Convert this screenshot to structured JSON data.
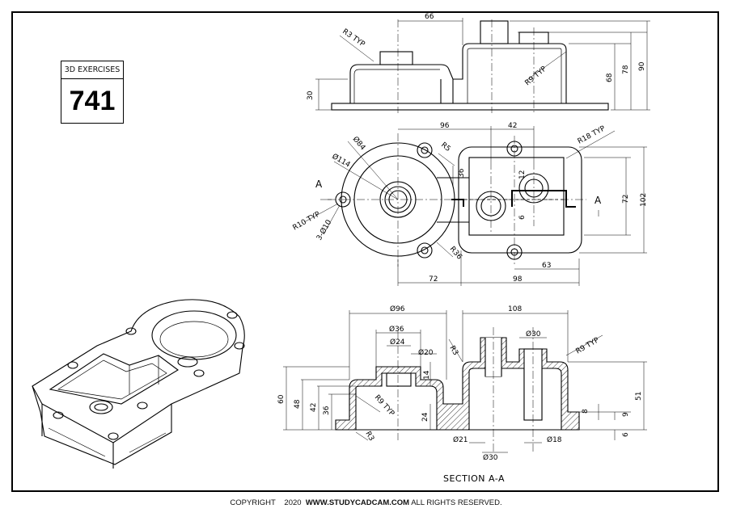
{
  "title_block": {
    "label": "3D EXERCISES",
    "number": "741"
  },
  "footer": {
    "copyright": "COPYRIGHT",
    "year": "2020",
    "site": "WWW.STUDYCADCAM.COM",
    "rights": "ALL RIGHTS RESERVED."
  },
  "front_view": {
    "dim_top": "66",
    "dim_r3": "R3 TYP",
    "dim_r9": "R9 TYP",
    "dim_30": "30",
    "dim_68": "68",
    "dim_78": "78",
    "dim_90": "90"
  },
  "top_view": {
    "dim_96": "96",
    "dim_42": "42",
    "dim_r5": "R5",
    "dim_r18": "R18 TYP",
    "dim_d84": "Ø84",
    "dim_d114": "Ø114",
    "dim_36": "36",
    "dim_12": "12",
    "dim_6": "6",
    "dim_72_right": "72",
    "dim_102": "102",
    "dim_r10": "R10 TYP",
    "dim_3d10": "3-Ø10",
    "dim_r36": "R36",
    "dim_63": "63",
    "dim_72_bottom": "72",
    "dim_98": "98",
    "section_a_left": "A",
    "section_a_right": "A"
  },
  "section_view": {
    "dim_d96": "Ø96",
    "dim_108": "108",
    "dim_d36": "Ø36",
    "dim_d24": "Ø24",
    "dim_d20": "Ø20",
    "dim_r3_top": "R3",
    "dim_d30_top": "Ø30",
    "dim_r9_right": "R9 TYP",
    "dim_14": "14",
    "dim_60": "60",
    "dim_48": "48",
    "dim_42": "42",
    "dim_36": "36",
    "dim_r9_left": "R9 TYP",
    "dim_24": "24",
    "dim_r3_bottom": "R3",
    "dim_d21": "Ø21",
    "dim_d30_bottom": "Ø30",
    "dim_d18": "Ø18",
    "dim_8": "8",
    "dim_9": "9",
    "dim_6": "6",
    "dim_51": "51",
    "caption": "SECTION A-A"
  }
}
